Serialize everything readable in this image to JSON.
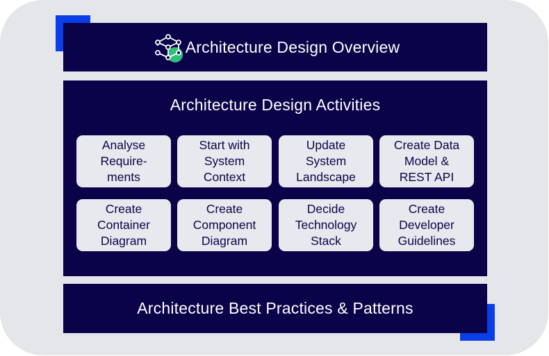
{
  "overview": {
    "title": "Architecture Design Overview",
    "icon": "network-cube-icon"
  },
  "activities": {
    "title": "Architecture Design Activities",
    "items": [
      "Analyse\nRequire-\nments",
      "Start with\nSystem\nContext",
      "Update\nSystem\nLandscape",
      "Create Data\nModel &\nREST API",
      "Create\nContainer\nDiagram",
      "Create\nComponent\nDiagram",
      "Decide\nTechnology\nStack",
      "Create\nDeveloper\nGuidelines"
    ]
  },
  "practices": {
    "title": "Architecture Best Practices & Patterns"
  },
  "colors": {
    "navy": "#0b0349",
    "accent_blue": "#0a3ee6",
    "green": "#2fc07a",
    "background": "#e5e6ea"
  }
}
